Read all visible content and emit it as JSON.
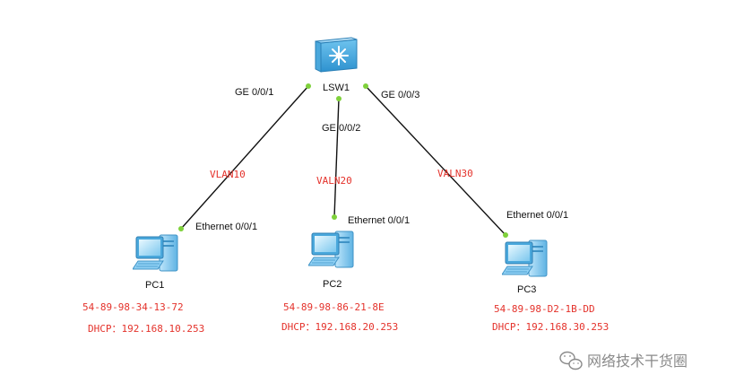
{
  "colors": {
    "link": "#111111",
    "port_dot": "#7fd13b",
    "annotation": "#e4322b",
    "label": "#111111",
    "watermark": "#8a8a8a"
  },
  "switch": {
    "name": "LSW1",
    "icon": "layer3-switch-icon"
  },
  "links": [
    {
      "switch_port": "GE 0/0/1",
      "vlan": "VLAN10",
      "pc_port": "Ethernet 0/0/1"
    },
    {
      "switch_port": "GE 0/0/2",
      "vlan": "VALN20",
      "pc_port": "Ethernet 0/0/1"
    },
    {
      "switch_port": "GE 0/0/3",
      "vlan": "VALN30",
      "pc_port": "Ethernet 0/0/1"
    }
  ],
  "pcs": [
    {
      "name": "PC1",
      "mac": "54-89-98-34-13-72",
      "dhcp": "DHCP：192.168.10.253",
      "icon": "pc-icon"
    },
    {
      "name": "PC2",
      "mac": "54-89-98-86-21-8E",
      "dhcp": "DHCP：192.168.20.253",
      "icon": "pc-icon"
    },
    {
      "name": "PC3",
      "mac": "54-89-98-D2-1B-DD",
      "dhcp": "DHCP：192.168.30.253",
      "icon": "pc-icon"
    }
  ],
  "watermark": {
    "text": "网络技术干货圈",
    "icon": "wechat-icon"
  }
}
